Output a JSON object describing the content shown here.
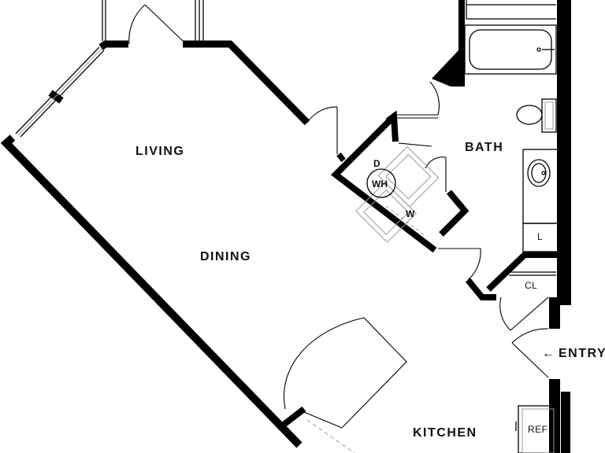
{
  "rooms": {
    "living": "LIVING",
    "dining": "DINING",
    "bath": "BATH",
    "kitchen": "KITCHEN"
  },
  "fixtures": {
    "dryer": "D",
    "water_heater": "WH",
    "washer": "W",
    "linen": "L",
    "closet": "CL",
    "refrigerator": "REF"
  },
  "entry": {
    "arrow": "←",
    "label": "ENTRY"
  }
}
